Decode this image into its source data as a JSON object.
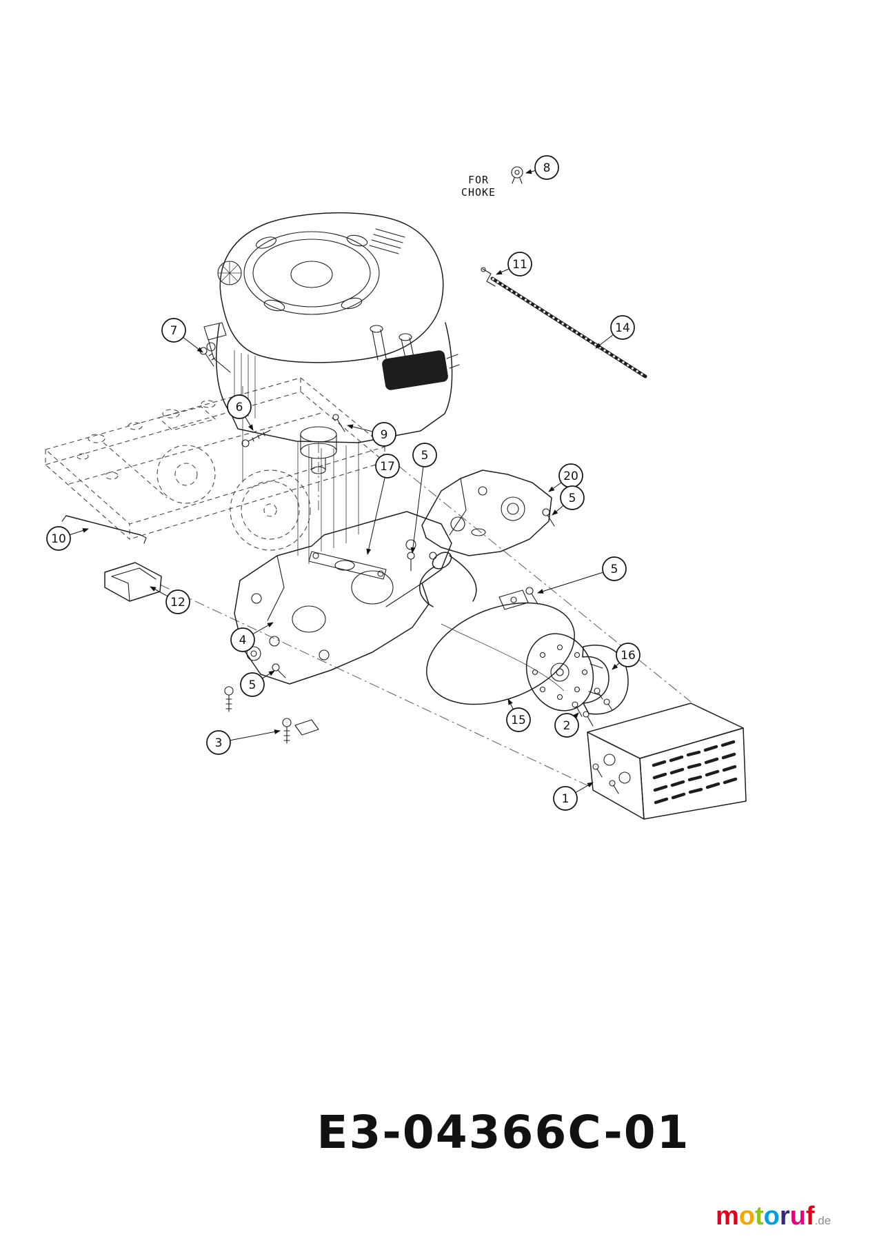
{
  "diagram": {
    "background": "#ffffff",
    "line_color": "#1d1d1d"
  },
  "texts": {
    "for_choke_line1": "FOR",
    "for_choke_line2": "CHOKE",
    "drawing_number": "E3-04366C-01"
  },
  "callouts": [
    {
      "label": "8"
    },
    {
      "label": "11"
    },
    {
      "label": "14"
    },
    {
      "label": "7"
    },
    {
      "label": "6"
    },
    {
      "label": "9"
    },
    {
      "label": "17"
    },
    {
      "label": "5"
    },
    {
      "label": "20"
    },
    {
      "label": "5"
    },
    {
      "label": "5"
    },
    {
      "label": "10"
    },
    {
      "label": "12"
    },
    {
      "label": "4"
    },
    {
      "label": "5"
    },
    {
      "label": "3"
    },
    {
      "label": "2"
    },
    {
      "label": "15"
    },
    {
      "label": "16"
    },
    {
      "label": "1"
    }
  ],
  "logo": {
    "letters": [
      {
        "char": "m",
        "color": "#e2001a"
      },
      {
        "char": "o",
        "color": "#f7a600"
      },
      {
        "char": "t",
        "color": "#95c11f"
      },
      {
        "char": "o",
        "color": "#009fe3"
      },
      {
        "char": "r",
        "color": "#312783"
      },
      {
        "char": "u",
        "color": "#e6007e"
      },
      {
        "char": "f",
        "color": "#e2001a"
      }
    ],
    "suffix": ".de"
  }
}
